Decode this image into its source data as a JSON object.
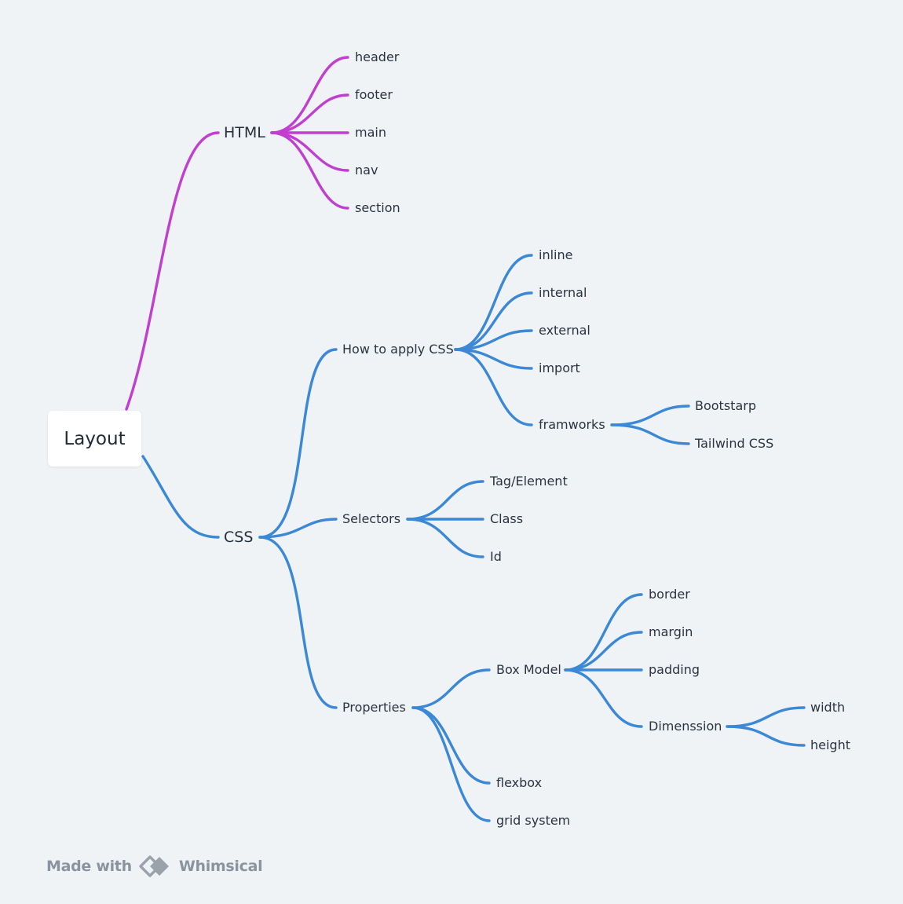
{
  "mindmap": {
    "root": "Layout",
    "html": {
      "label": "HTML",
      "children": [
        "header",
        "footer",
        "main",
        "nav",
        "section"
      ]
    },
    "css": {
      "label": "CSS",
      "how_to_apply": {
        "label": "How to apply CSS",
        "children": [
          "inline",
          "internal",
          "external",
          "import"
        ],
        "frameworks": {
          "label": "framworks",
          "children": [
            "Bootstarp",
            "Tailwind CSS"
          ]
        }
      },
      "selectors": {
        "label": "Selectors",
        "children": [
          "Tag/Element",
          "Class",
          "Id"
        ]
      },
      "properties": {
        "label": "Properties",
        "box_model": {
          "label": "Box Model",
          "children": [
            "border",
            "margin",
            "padding"
          ],
          "dimension": {
            "label": "Dimenssion",
            "children": [
              "width",
              "height"
            ]
          }
        },
        "children": [
          "flexbox",
          "grid system"
        ]
      }
    }
  },
  "branch_colors": {
    "html": "#c03fd0",
    "css": "#3b88d6"
  },
  "footer": {
    "made_with": "Made with",
    "brand": "Whimsical",
    "logo_icon": "whimsical-logo-icon"
  }
}
